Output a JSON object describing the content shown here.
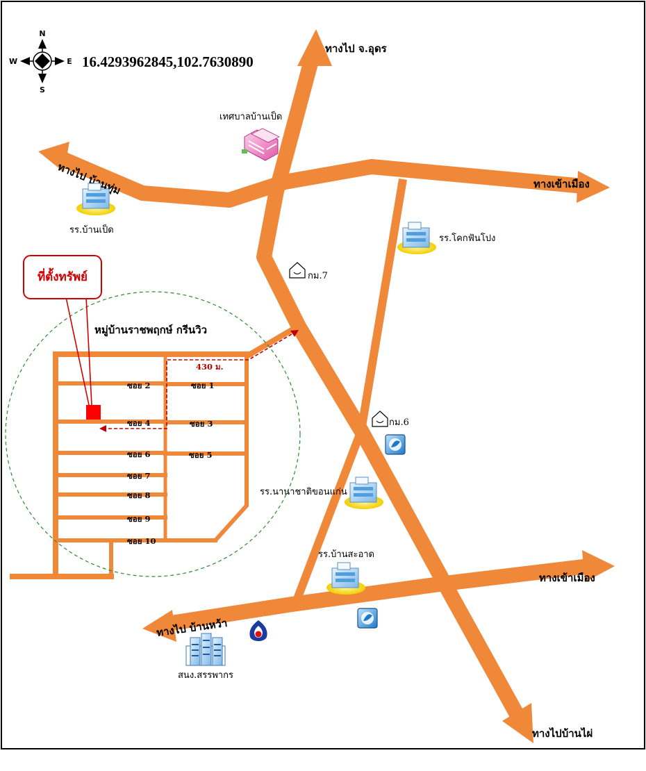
{
  "coordinates": "16.4293962845,102.7630890",
  "compass": {
    "north": "N",
    "south": "S",
    "east": "E",
    "west": "W"
  },
  "callout": {
    "text": "ที่ตั้งทรัพย์"
  },
  "village": {
    "name": "หมู่บ้านราชพฤกษ์ กรีนวิว"
  },
  "distance": "430 ม.",
  "directions": {
    "to_udon": "ทางไป จ.อุดร",
    "to_ban_thum": "ทางไป บ้านทุ่ม",
    "to_city_upper": "ทางเข้าเมือง",
    "to_city_lower": "ทางเข้าเมือง",
    "to_ban_wa": "ทางไป บ้านหว้า",
    "to_ban_phai": "ทางไปบ้านไผ่"
  },
  "places": {
    "municipality": "เทศบาลบ้านเป็ด",
    "school_ban_ped": "รร.บ้านเป็ด",
    "school_khok": "รร.โคกฟันโปง",
    "km7": "กม.7",
    "km6": "กม.6",
    "school_inter": "รร.นานาชาติขอนแก่น",
    "school_sa_at": "รร.บ้านสะอาด",
    "revenue_office": "สนง.สรรพากร"
  },
  "soi": {
    "s1": "ซอย 1",
    "s2": "ซอย 2",
    "s3": "ซอย 3",
    "s4": "ซอย 4",
    "s5": "ซอย 5",
    "s6": "ซอย 6",
    "s7": "ซอย 7",
    "s8": "ซอย 8",
    "s9": "ซอย 9",
    "s10": "ซอย 10"
  },
  "colors": {
    "road": "#f0883a",
    "road_edge": "#c05a10",
    "property": "#ff0000",
    "callout": "#d00000",
    "radius_circle": "#2e8b2e",
    "distance_path": "#c00000"
  }
}
